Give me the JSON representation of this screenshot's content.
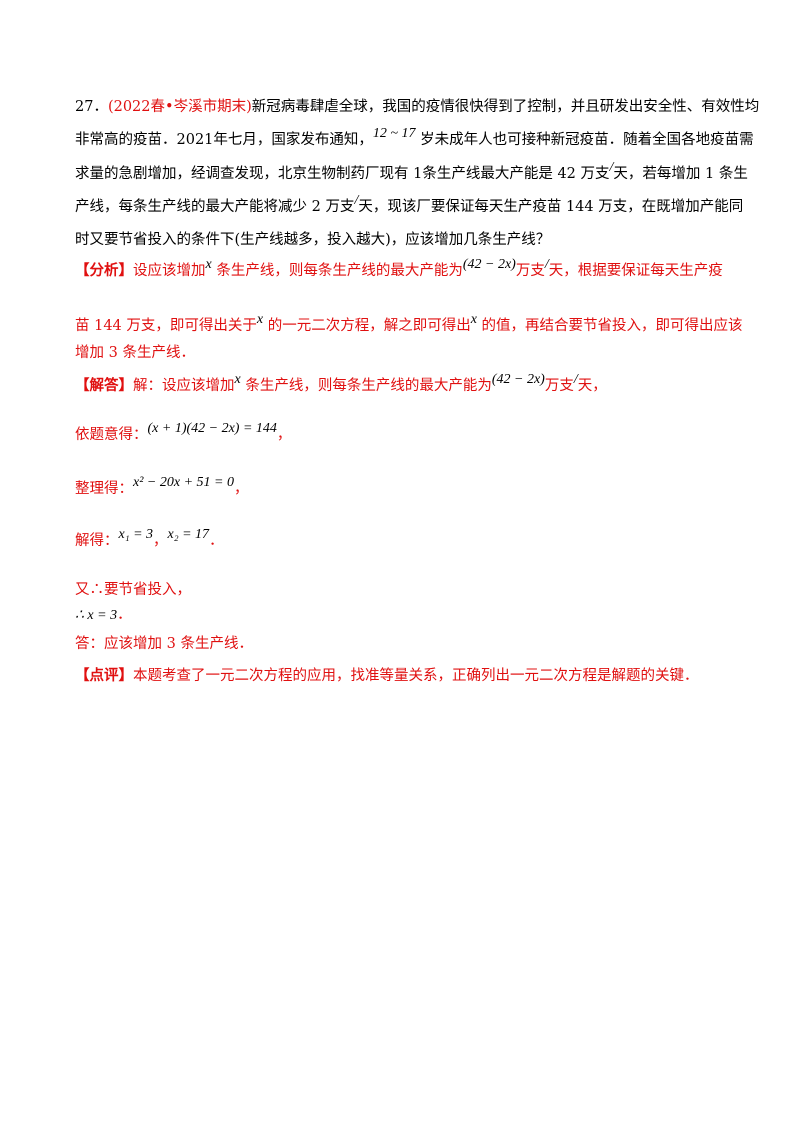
{
  "question": {
    "number": "27．",
    "source": "(2022春•岑溪市期末)",
    "line1": "新冠病毒肆虐全球，我国的疫情很快得到了控制，并且研发出安全性、有效性均",
    "line2": "非常高的疫苗．2021年七月，国家发布通知，",
    "line2_math": "12 ~ 17",
    "line2_rest": " 岁未成年人也可接种新冠疫苗．随着全国各地疫苗需",
    "line3a": "求量的急剧增加，经调查发现，北京生物制药厂现有 1条生产线最大产能是 42 万支",
    "line3_slash": "/",
    "line3b": "天，若每增加 1 条生",
    "line4a": "产线，每条生产线的最大产能将减少 2 万支",
    "line4_slash": "/",
    "line4b": "天，现该厂要保证每天生产疫苗 144 万支，在既增加产能同",
    "line5": "时又要节省投入的条件下(生产线越多，投入越大)，应该增加几条生产线？"
  },
  "analysis": {
    "tag": "【分析】",
    "a1": "设应该增加",
    "var_x": "x",
    "a2": " 条生产线，则每条生产线的最大产能为",
    "expr": "(42 − 2x)",
    "a3": "万支",
    "slash": "/",
    "a4": "天，根据要保证每天生产疫",
    "b1": "苗 144 万支，即可得出关于",
    "b2": " 的一元二次方程，解之即可得出",
    "b3": " 的值，再结合要节省投入，即可得出应该",
    "c1": "增加 3 条生产线．"
  },
  "solution": {
    "tag": "【解答】",
    "s1": "解：设应该增加",
    "s2": " 条生产线，则每条生产线的最大产能为",
    "s3": "万支",
    "s4": "天，",
    "eq_label": "依题意得：",
    "eq": "(x + 1)(42 − 2x) = 144",
    "eq_end": "，",
    "simp_label": "整理得：",
    "simp": "x² − 20x + 51 = 0",
    "simp_end": "，",
    "sol_label": "解得：",
    "sol1": "x₁ = 3",
    "sol_sep": "，",
    "sol2": "x₂ = 17",
    "sol_end": "．",
    "since": "又∴要节省投入，",
    "therefore": "∴ x = 3",
    "therefore_end": "．",
    "answer": "答：应该增加 3 条生产线．"
  },
  "comment": {
    "tag": "【点评】",
    "text": "本题考查了一元二次方程的应用，找准等量关系，正确列出一元二次方程是解题的关键．"
  }
}
